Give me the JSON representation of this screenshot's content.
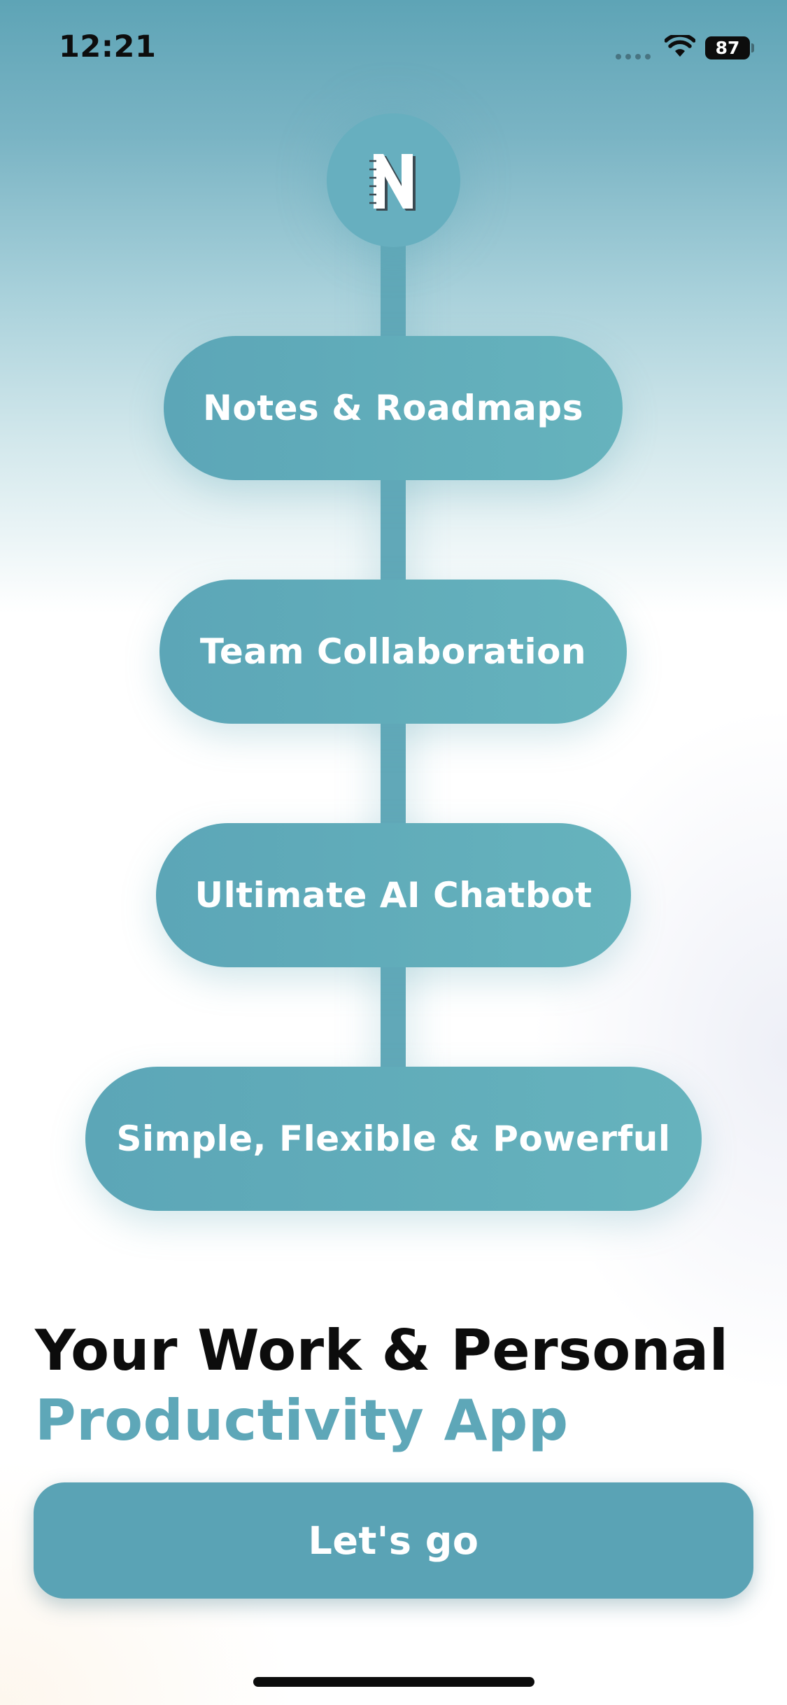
{
  "status_bar": {
    "time": "12:21",
    "battery": "87"
  },
  "logo": {
    "letter": "N"
  },
  "features": [
    {
      "label": "Notes & Roadmaps"
    },
    {
      "label": "Team Collaboration"
    },
    {
      "label": "Ultimate AI Chatbot"
    },
    {
      "label": "Simple, Flexible & Powerful"
    }
  ],
  "headline": {
    "line1": "Your Work & Personal",
    "line2": "Productivity App"
  },
  "cta": {
    "label": "Let's go"
  },
  "colors": {
    "accent": "#5ea7b8",
    "text_dark": "#0c0c0c",
    "text_light": "#ffffff"
  }
}
